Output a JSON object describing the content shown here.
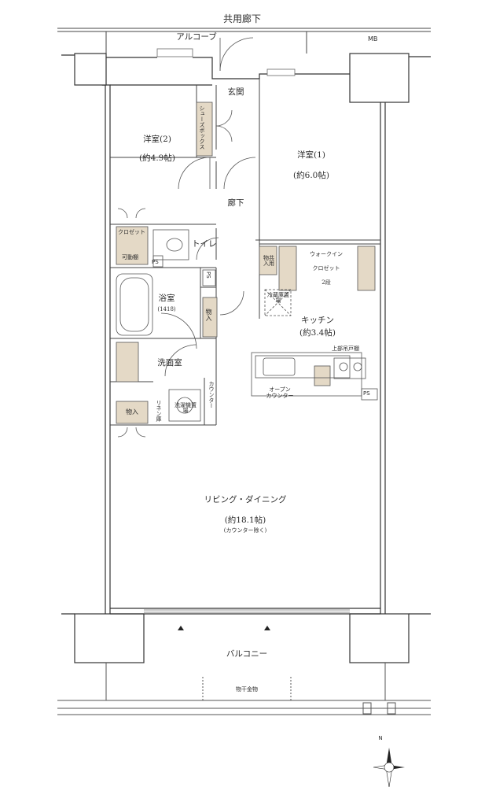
{
  "corridor": "共用廊下",
  "alcove": "アルコーブ",
  "mb": "MB",
  "rooms": {
    "entrance": "玄関",
    "shoe_box": "シューズボックス",
    "western2_name": "洋室(2)",
    "western2_size": "(約4.9帖)",
    "western1_name": "洋室(1)",
    "western1_size": "(約6.0帖)",
    "hallway": "廊下",
    "closet": "クロゼット",
    "movable_shelf": "可動棚",
    "toilet": "トイレ",
    "storage_shared": "物共入用",
    "walkin_1": "ウォークイン",
    "walkin_2": "クロゼット",
    "two_tier": "2段",
    "bathroom_name": "浴室",
    "bathroom_size": "(1418)",
    "fridge": "冷蔵庫置場",
    "storage": "物入",
    "kitchen_name": "キッチン",
    "kitchen_size": "(約3.4帖)",
    "upper_cabinet": "上部吊戸棚",
    "washroom": "洗面室",
    "open_counter_1": "オープン",
    "open_counter_2": "カウンター",
    "counter_vertical": "カウンター",
    "linen": "リネン庫",
    "washer": "洗濯機置場",
    "storage2": "物入",
    "ldk_name": "リビング・ダイニング",
    "ldk_size": "(約18.1帖)",
    "ldk_note": "(カウンター除く)",
    "ps": "PS",
    "ps_vertical": "PS",
    "balcony": "バルコニー",
    "laundry_hanger": "物干金物",
    "north": "N"
  },
  "colors": {
    "wall": "#333333",
    "storage_fill": "#e4d9c6",
    "column_fill": "#ffffff",
    "line": "#444444"
  }
}
